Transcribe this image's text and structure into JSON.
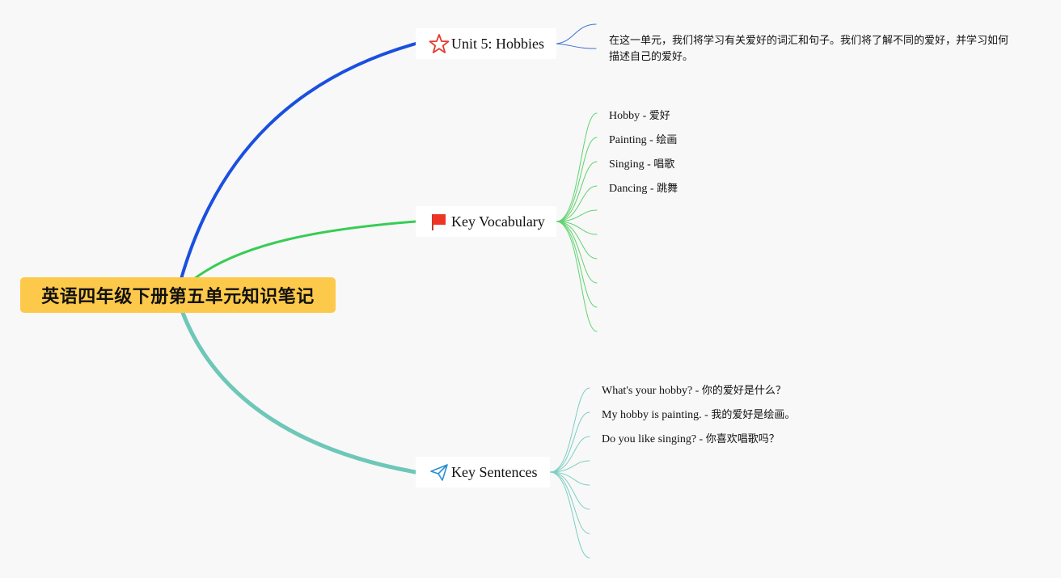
{
  "root": {
    "label": "英语四年级下册第五单元知识笔记"
  },
  "colors": {
    "root_bg": "#fdc94a",
    "unit_branch": "#1a4fe0",
    "unit_leaf": "#3f6fd8",
    "vocab_branch": "#38cc55",
    "vocab_leaf": "#5fd36e",
    "sent_branch": "#6ec7b8",
    "sent_leaf": "#7ccfc0"
  },
  "branches": {
    "unit": {
      "label": "Unit 5: Hobbies",
      "icon": "star-icon",
      "description": "在这一单元，我们将学习有关爱好的词汇和句子。我们将了解不同的爱好，并学习如何描述自己的爱好。"
    },
    "vocab": {
      "label": "Key Vocabulary",
      "icon": "red-flag-icon",
      "items": [
        {
          "en": "Hobby - ",
          "cn": "爱好"
        },
        {
          "en": "Painting - ",
          "cn": "绘画"
        },
        {
          "en": "Singing - ",
          "cn": "唱歌"
        },
        {
          "en": "Dancing - ",
          "cn": "跳舞"
        }
      ]
    },
    "sentences": {
      "label": "Key Sentences",
      "icon": "paper-plane-icon",
      "items": [
        {
          "en": "What's your hobby? - ",
          "cn": "你的爱好是什么？"
        },
        {
          "en": "My hobby is painting. - ",
          "cn": "我的爱好是绘画。"
        },
        {
          "en": "Do you like singing? - ",
          "cn": "你喜欢唱歌吗？"
        }
      ]
    }
  }
}
